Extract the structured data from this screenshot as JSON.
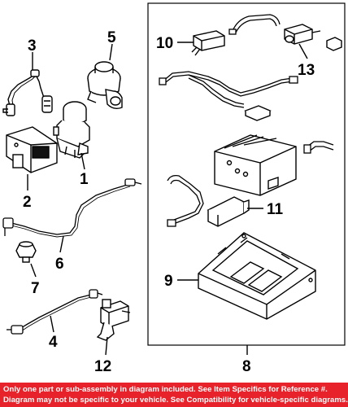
{
  "diagram": {
    "callouts": [
      "1",
      "2",
      "3",
      "4",
      "5",
      "6",
      "7",
      "8",
      "9",
      "10",
      "11",
      "12",
      "13"
    ]
  },
  "banner": {
    "line1": "Only one part or sub-assembly in diagram included. See Item Specifics for Reference #.",
    "line2": "Diagram may not be specific to your vehicle. See Compatibility for vehicle-specific diagrams.",
    "background": "#e8222a",
    "text_color": "#ffffff"
  }
}
